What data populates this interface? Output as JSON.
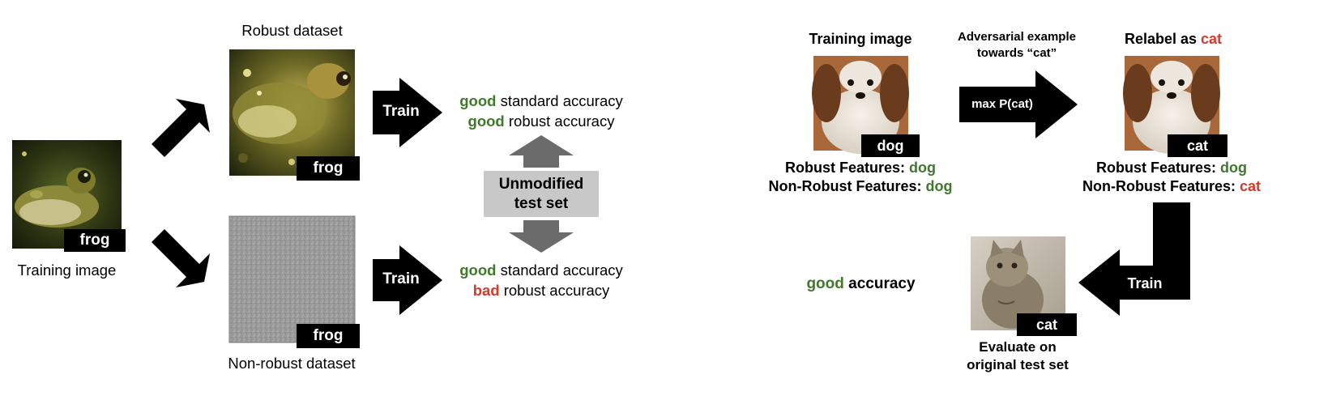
{
  "colors": {
    "good": "#3e7a2a",
    "bad": "#d8382a",
    "gray_box": "#c8c8c8",
    "gray_arrow": "#6b6b6b"
  },
  "left": {
    "training_image": {
      "caption": "Training image",
      "tag": "frog"
    },
    "robust_dataset": {
      "title": "Robust dataset",
      "tag": "frog"
    },
    "nonrobust_dataset": {
      "title": "Non-robust dataset",
      "tag": "frog"
    },
    "train_top": "Train",
    "train_bottom": "Train",
    "top_result": {
      "line1_keyword": "good",
      "line1_rest": " standard accuracy",
      "line2_keyword": "good",
      "line2_rest": " robust accuracy"
    },
    "bottom_result": {
      "line1_keyword": "good",
      "line1_rest": " standard accuracy",
      "line2_keyword": "bad",
      "line2_rest": " robust accuracy"
    },
    "test_set": {
      "line1": "Unmodified",
      "line2": "test set"
    }
  },
  "right": {
    "training_image": {
      "title": "Training image",
      "tag": "dog",
      "robust_label": "Robust Features: ",
      "robust_value": "dog",
      "nonrobust_label": "Non-Robust Features: ",
      "nonrobust_value": "dog"
    },
    "adversarial": {
      "line1": "Adversarial example",
      "line2": "towards “cat”",
      "arrow_label": "max P(cat)"
    },
    "relabel": {
      "title_prefix": "Relabel as ",
      "title_value": "cat",
      "tag": "cat",
      "robust_label": "Robust Features: ",
      "robust_value": "dog",
      "nonrobust_label": "Non-Robust Features: ",
      "nonrobust_value": "cat"
    },
    "train": "Train",
    "accuracy": {
      "keyword": "good",
      "rest": " accuracy"
    },
    "eval": {
      "tag": "cat",
      "line1": "Evaluate on",
      "line2": "original test set"
    }
  }
}
